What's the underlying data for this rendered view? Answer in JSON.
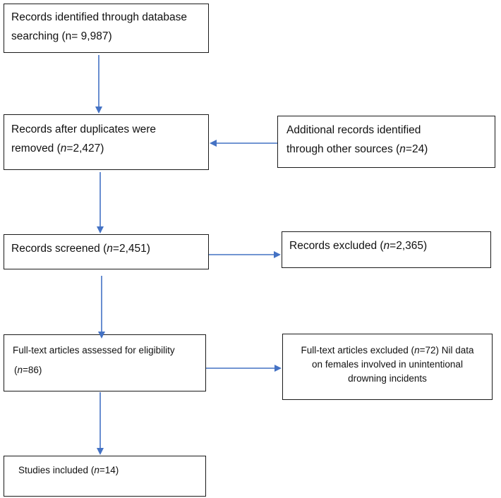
{
  "boxes": {
    "identified": {
      "line1": "Records identified through database",
      "line2_pre": "searching (n= 9,987)"
    },
    "duplicates": {
      "line1": "Records after duplicates were",
      "line2_pre": "removed (",
      "line2_n": "n",
      "line2_post": "=2,427)"
    },
    "additional": {
      "line1": "Additional records identified",
      "line2_pre": "through other sources (",
      "line2_n": "n",
      "line2_post": "=24)"
    },
    "screened": {
      "pre": "Records screened (",
      "n": "n",
      "post": "=2,451)"
    },
    "excluded": {
      "pre": "Records excluded (",
      "n": "n",
      "post": "=2,365)"
    },
    "fulltext": {
      "line1": "Full-text articles assessed for eligibility",
      "line2_pre": "(",
      "line2_n": "n",
      "line2_post": "=86)"
    },
    "fulltext_excluded": {
      "line1_pre": "Full-text articles excluded (",
      "line1_n": "n",
      "line1_post": "=72) Nil data",
      "line2": "on females involved in unintentional",
      "line3": "drowning incidents"
    },
    "included": {
      "pre": "Studies included (",
      "n": "n",
      "post": "=14)"
    }
  },
  "colors": {
    "arrow": "#4472c4",
    "border": "#1a1a1a"
  }
}
